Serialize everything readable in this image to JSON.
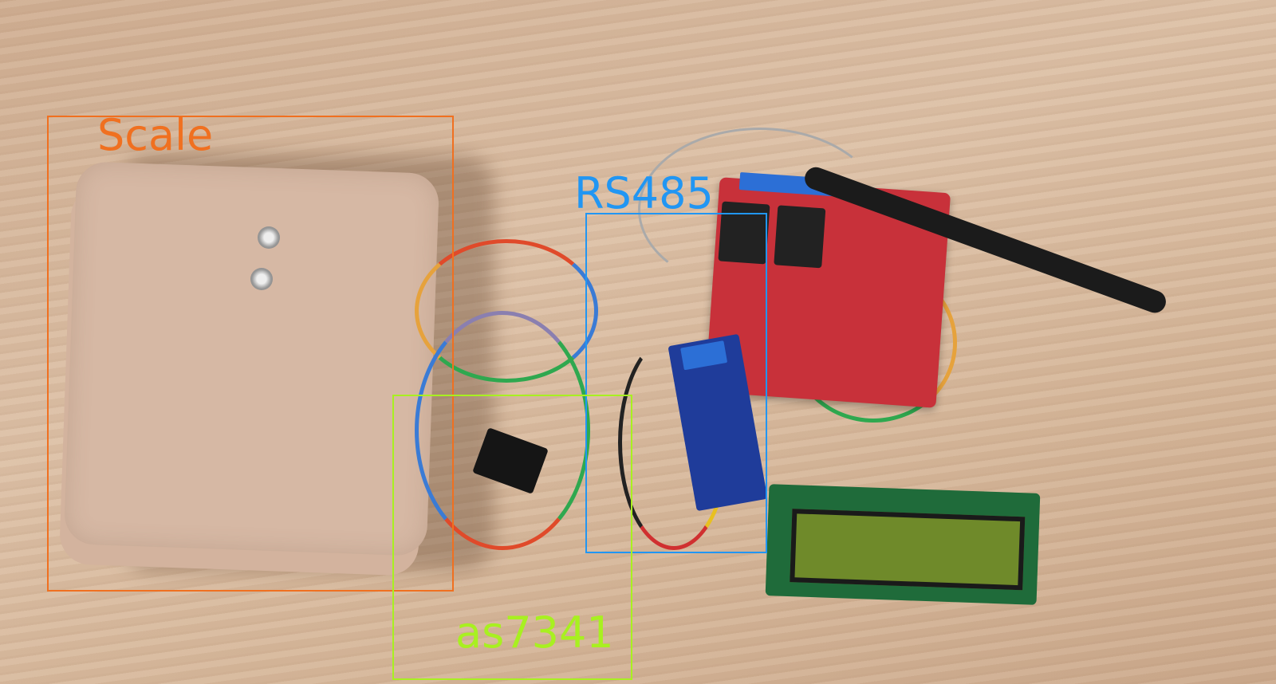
{
  "annotations": [
    {
      "label": "Scale",
      "color": "#f07020"
    },
    {
      "label": "RS485",
      "color": "#2196f3"
    },
    {
      "label": "as7341",
      "color": "#a8f020"
    }
  ]
}
